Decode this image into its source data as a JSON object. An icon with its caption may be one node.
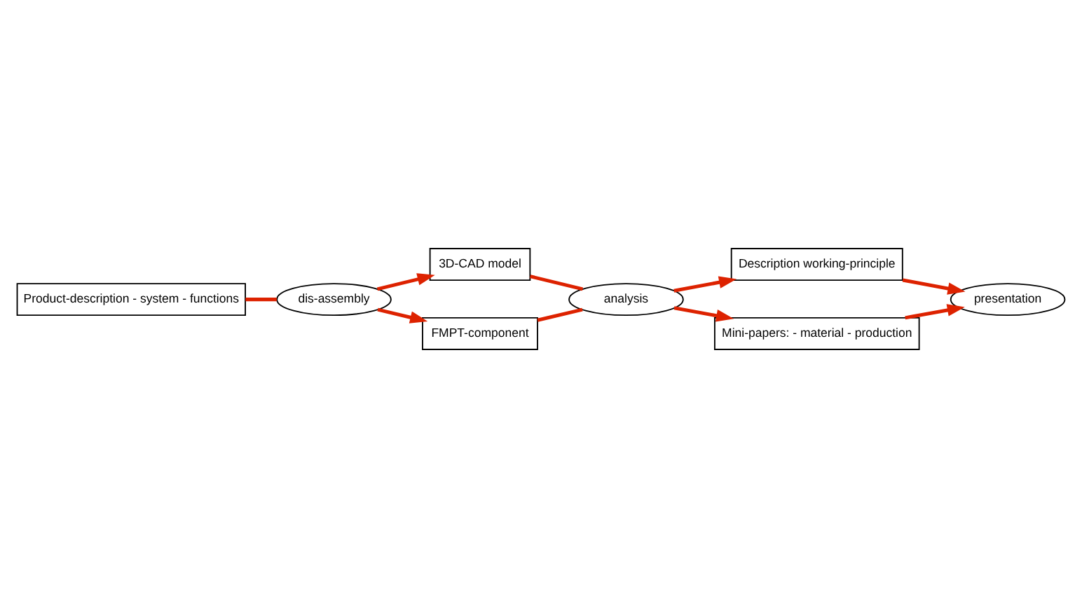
{
  "diagram": {
    "nodes": [
      {
        "text": [
          "Product-description - system - functions"
        ]
      },
      {
        "text": [
          "3D-CAD model"
        ]
      },
      {
        "text": [
          "Description working-principle"
        ]
      },
      {
        "text": [
          "dis-assembly"
        ]
      },
      {
        "text": [
          "analysis"
        ]
      },
      {
        "text": [
          "presentation"
        ]
      },
      {
        "text": [
          "FMPT-component"
        ]
      },
      {
        "text": [
          "Mini-papers: - material - production"
        ]
      }
    ],
    "edges": [
      {
        "from": 0,
        "to": 3,
        "arrow": "none"
      },
      {
        "from": 3,
        "to": 1,
        "arrow": "to"
      },
      {
        "from": 3,
        "to": 6,
        "arrow": "to"
      },
      {
        "from": 1,
        "to": 4,
        "arrow": "none"
      },
      {
        "from": 6,
        "to": 4,
        "arrow": "none"
      },
      {
        "from": 4,
        "to": 2,
        "arrow": "to"
      },
      {
        "from": 4,
        "to": 7,
        "arrow": "to"
      },
      {
        "from": 2,
        "to": 5,
        "arrow": "to"
      },
      {
        "from": 7,
        "to": 5,
        "arrow": "to"
      }
    ]
  }
}
